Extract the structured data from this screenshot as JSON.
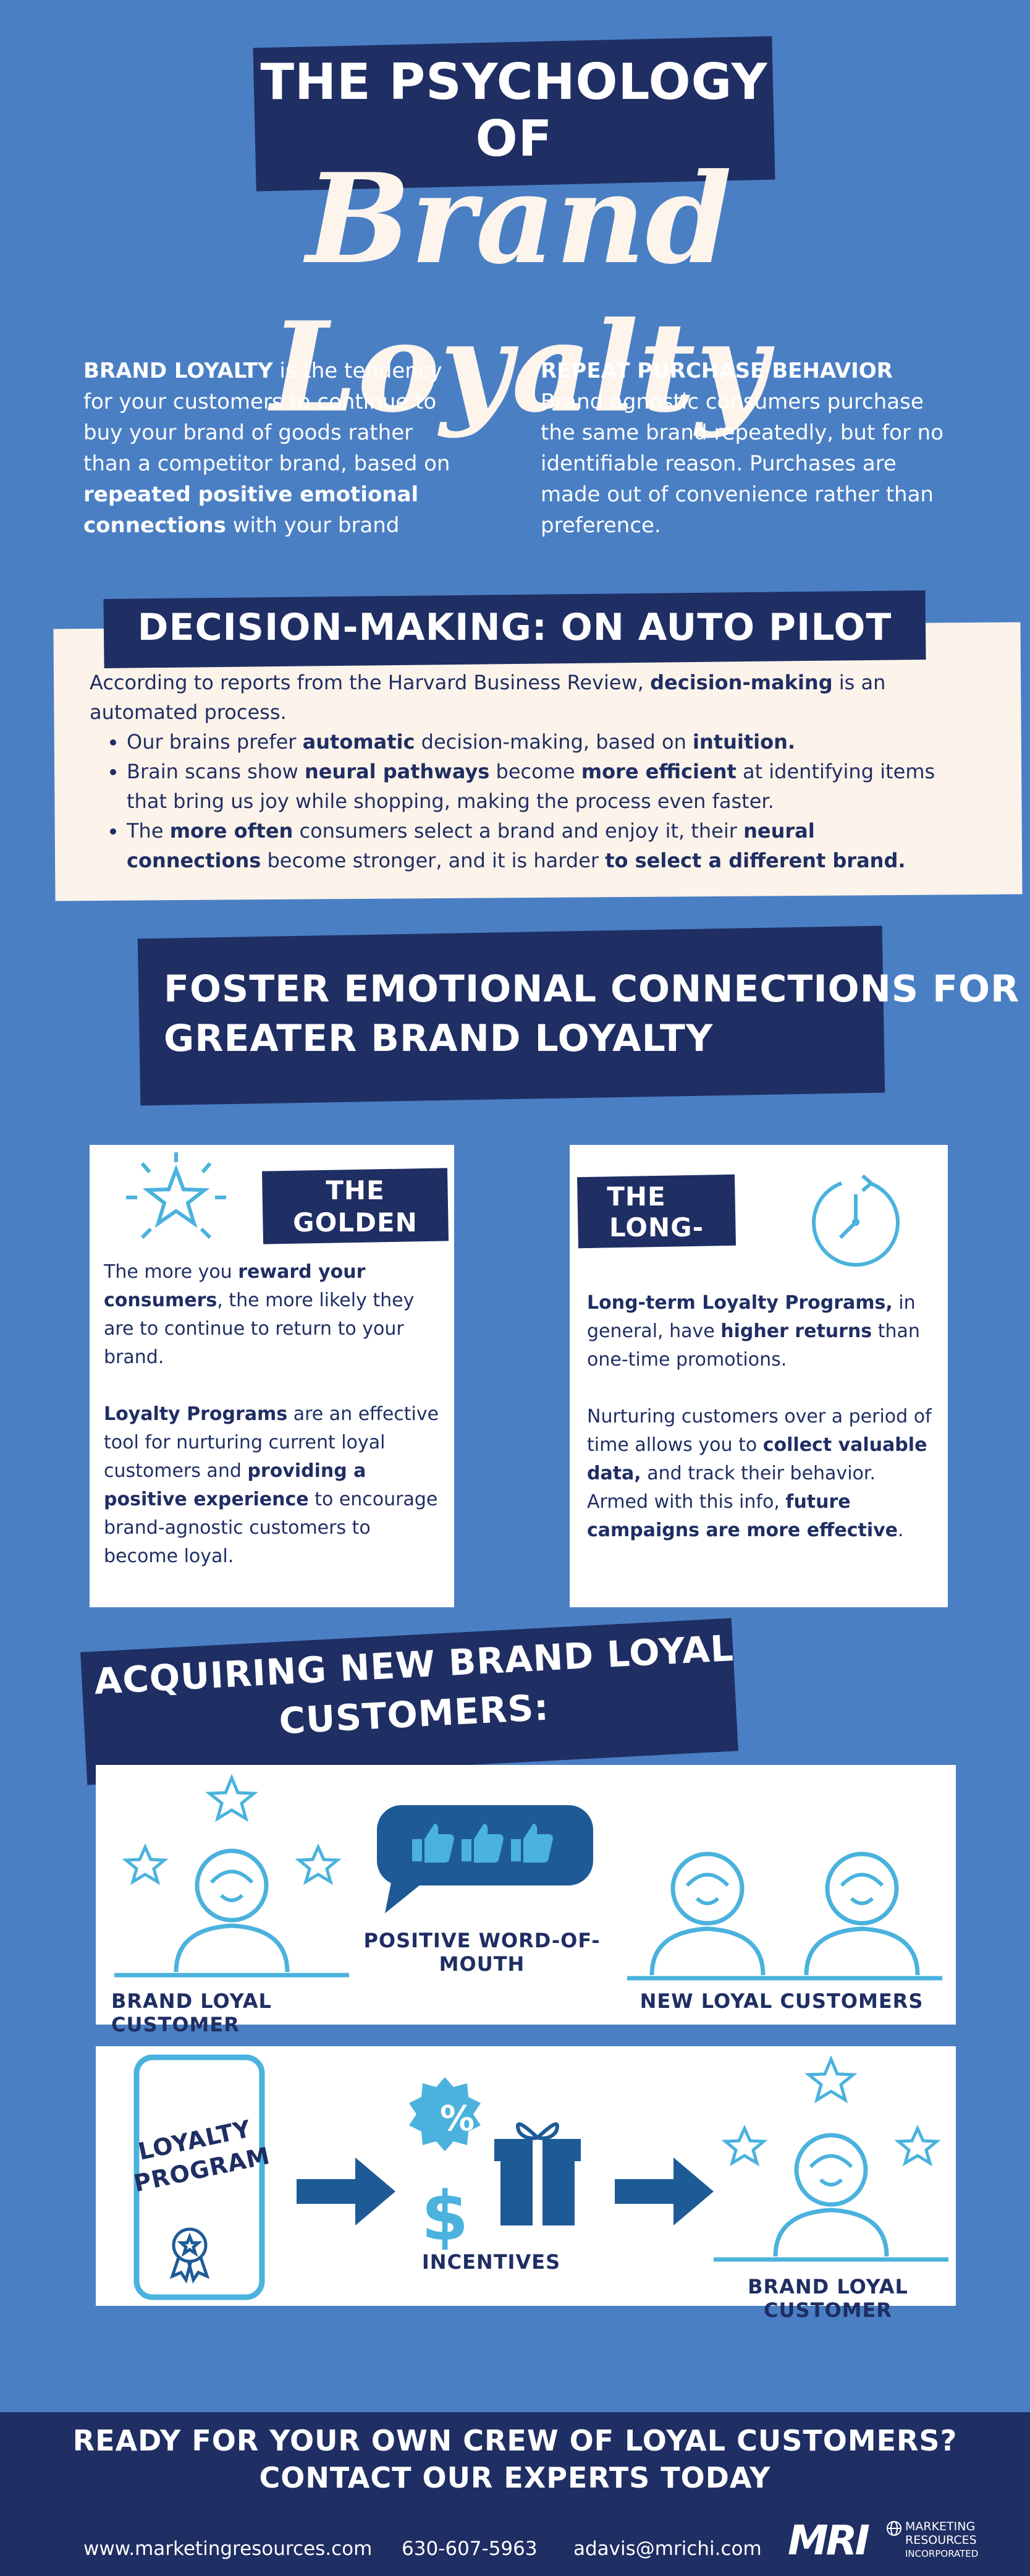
{
  "title": {
    "line1": "THE PSYCHOLOGY",
    "line2": "OF",
    "script": "Brand Loyalty"
  },
  "intro": {
    "left": {
      "term": "BRAND LOYALTY",
      "text_a": " is the tendency for your customers to continue to buy your brand of goods rather than a competitor brand, based on ",
      "bold": "repeated positive emotional connections",
      "text_b": " with your brand"
    },
    "right": {
      "heading": "REPEAT PURCHASE BEHAVIOR",
      "text": "Brand agnostic consumers purchase the same brand repeatedly, but for no identifiable reason. Purchases are made out of convenience rather than preference."
    }
  },
  "decision": {
    "heading": "DECISION-MAKING: ON AUTO PILOT",
    "intro_a": "According to reports from the Harvard Business Review, ",
    "intro_bold": "decision-making",
    "intro_b": " is an automated process.",
    "b1_a": "Our brains prefer ",
    "b1_bold1": "automatic",
    "b1_b": " decision-making, based on ",
    "b1_bold2": "intuition.",
    "b2_a": "Brain scans show ",
    "b2_bold1": "neural pathways",
    "b2_b": " become ",
    "b2_bold2": "more efficient",
    "b2_c": " at identifying items that bring us joy while shopping, making the process even faster.",
    "b3_a": "The ",
    "b3_bold1": "more often",
    "b3_b": " consumers select a brand and enjoy it, their ",
    "b3_bold2": "neural connections",
    "b3_c": " become stronger, and it  is harder ",
    "b3_bold3": "to select a different brand."
  },
  "foster": {
    "line1": "FOSTER EMOTIONAL CONNECTIONS FOR",
    "line2": "GREATER BRAND LOYALTY"
  },
  "golden": {
    "label1": "THE",
    "label2": "GOLDEN RULE",
    "p1_a": "The more you ",
    "p1_bold": "reward your consumers",
    "p1_b": ", the more likely they are to continue to return to your brand.",
    "p2_bold1": "Loyalty Programs",
    "p2_a": " are an effective tool for nurturing current loyal customers and ",
    "p2_bold2": "providing a positive experience",
    "p2_b": " to encourage brand-agnostic customers to become loyal."
  },
  "longhaul": {
    "label1": "THE",
    "label2": "LONG-HAUL",
    "p1_bold1": "Long-term Loyalty Programs,",
    "p1_a": " in general, have ",
    "p1_bold2": "higher returns",
    "p1_b": " than one-time promotions.",
    "p2_a": "Nurturing customers over a period of time allows you to ",
    "p2_bold1": "collect valuable data,",
    "p2_b": " and track their behavior. Armed with this info, ",
    "p2_bold2": "future campaigns are more effective",
    "p2_c": "."
  },
  "acquiring": {
    "line1": "ACQUIRING NEW BRAND LOYAL",
    "line2": "CUSTOMERS:"
  },
  "panel1": {
    "left_label": "BRAND LOYAL CUSTOMER",
    "middle_label": "POSITIVE WORD-OF-MOUTH",
    "right_label": "NEW LOYAL CUSTOMERS"
  },
  "panel2": {
    "phone_line1": "LOYALTY",
    "phone_line2": "PROGRAM",
    "percent": "%",
    "dollar": "$",
    "middle_label": "INCENTIVES",
    "right_label": "BRAND LOYAL CUSTOMER"
  },
  "footer": {
    "cta1": "READY FOR YOUR OWN CREW OF LOYAL CUSTOMERS?",
    "cta2": "CONTACT OUR EXPERTS TODAY",
    "website": "www.marketingresources.com",
    "phone": "630-607-5963",
    "email": "adavis@mrichi.com",
    "logo_mark": "MRI",
    "logo_l1": "MARKETING",
    "logo_l2": "RESOURCES",
    "logo_l3": "INCORPORATED"
  },
  "colors": {
    "background": "#4a7fc4",
    "navy": "#1f2e63",
    "cream": "#fcf3ea",
    "icon_light": "#4ab2dd",
    "icon_dark": "#1e5b96"
  }
}
